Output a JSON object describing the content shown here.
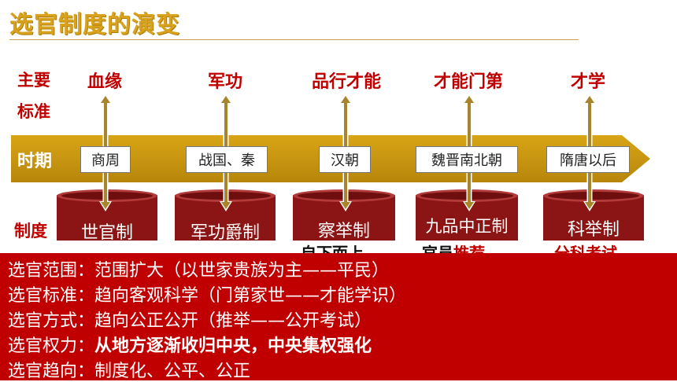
{
  "title": "选官制度的演变",
  "labels": {
    "standard_line1": "主要",
    "standard_line2": "标准",
    "period": "时期",
    "system": "制度"
  },
  "columns": [
    {
      "standard": "血缘",
      "period": "商周",
      "system": "世官制"
    },
    {
      "standard": "军功",
      "period": "战国、秦",
      "system": "军功爵制"
    },
    {
      "standard": "品行才能",
      "period": "汉朝",
      "system": "察举制"
    },
    {
      "standard": "才能门第",
      "period": "魏晋南北朝",
      "system": "九品中正制"
    },
    {
      "standard": "才学",
      "period": "隋唐以后",
      "system": "科举制"
    }
  ],
  "partially_hidden": {
    "left": "自下而上",
    "middle_a": "官员",
    "middle_b": "推荐",
    "right": "分科考试"
  },
  "summary": [
    {
      "label": "选官范围：",
      "text": "范围扩大（以世家贵族为主——平民）",
      "bold": false
    },
    {
      "label": "选官标准：",
      "text": "趋向客观科学（门第家世——才能学识）",
      "bold": false
    },
    {
      "label": "选官方式：",
      "text": "趋向公正公开（推举——公开考试）",
      "bold": false
    },
    {
      "label": "选官权力：",
      "text": "从地方逐渐收归中央，中央集权强化",
      "bold": true
    },
    {
      "label": "选官趋向：",
      "text": "制度化、公平、公正",
      "bold": false
    }
  ],
  "colors": {
    "title": "#d8a21c",
    "accent_red": "#c00000",
    "band_gold": "#c9950e",
    "barrel": "#8b1414"
  }
}
